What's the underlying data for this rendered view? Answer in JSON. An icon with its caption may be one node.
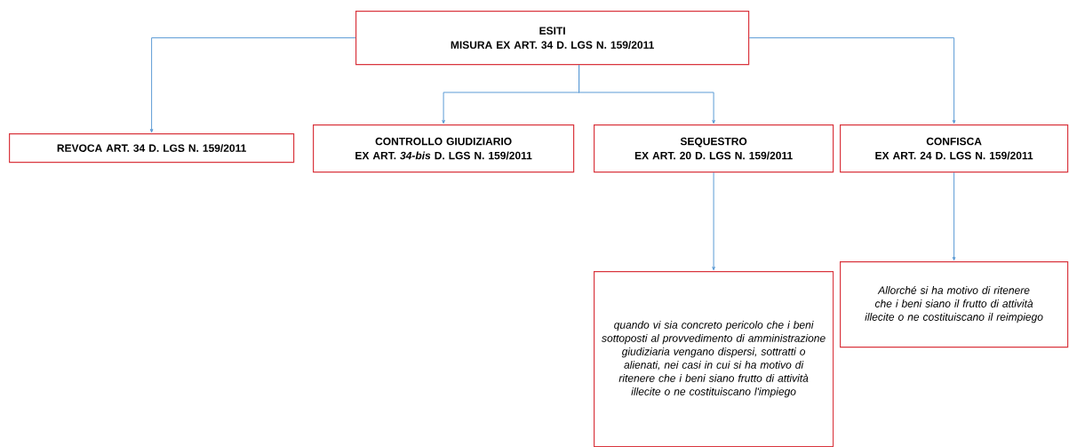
{
  "diagram": {
    "nodes": [
      {
        "text": [
          "ESITI",
          "MISURA EX ART. 34 D. LGS N. 159/2011"
        ]
      },
      {
        "text": [
          "REVOCA ART. 34  D. LGS N. 159/2011"
        ]
      },
      {
        "text": [
          "CONTROLLO GIUDIZIARIO",
          "EX ART. *34-bis* D. LGS N. 159/2011"
        ]
      },
      {
        "text": [
          "SEQUESTRO",
          "EX ART. 20 D. LGS N. 159/2011"
        ]
      },
      {
        "text": [
          "CONFISCA",
          "EX ART. 24 D. LGS N. 159/2011"
        ]
      },
      {
        "text": [
          "quando vi sia concreto pericolo che i beni sottoposti al provvedimento di amministrazione giudiziaria vengano dispersi, sottratti o alienati, nei casi in cui si ha motivo di ritenere che i beni siano frutto di attività illecite o ne costituiscano l'impiego"
        ]
      },
      {
        "text": [
          "Allorché si ha motivo di ritenere che i beni siano il frutto di attività illecite o ne costituiscano il reimpiego"
        ]
      }
    ],
    "edges": [
      {
        "from": 0,
        "to": 1,
        "arrow": "to"
      },
      {
        "from": 0,
        "to": 2,
        "arrow": "to"
      },
      {
        "from": 0,
        "to": 3,
        "arrow": "to"
      },
      {
        "from": 0,
        "to": 4,
        "arrow": "to"
      },
      {
        "from": 3,
        "to": 5,
        "arrow": "to"
      },
      {
        "from": 4,
        "to": 6,
        "arrow": "to"
      }
    ]
  }
}
